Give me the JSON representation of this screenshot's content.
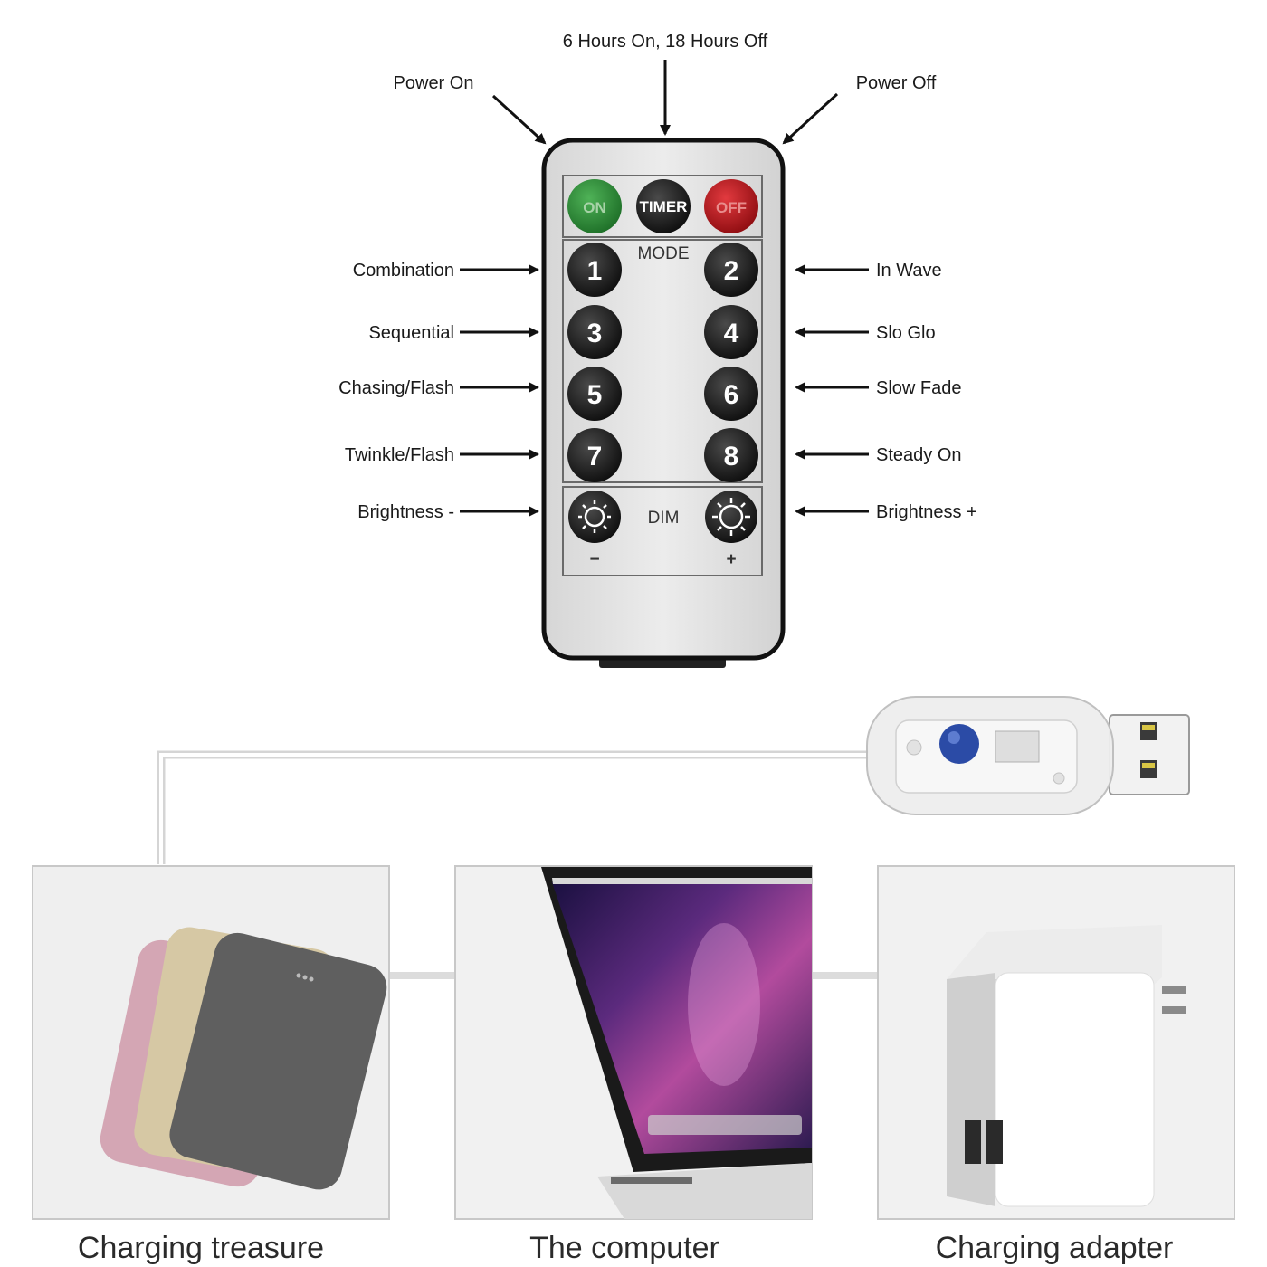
{
  "top_labels": {
    "timer": "6 Hours On, 18 Hours Off",
    "power_on": "Power On",
    "power_off": "Power Off"
  },
  "remote": {
    "on_label": "ON",
    "timer_label": "TIMER",
    "off_label": "OFF",
    "mode_label": "MODE",
    "dim_label": "DIM",
    "minus_label": "−",
    "plus_label": "+",
    "buttons": [
      "1",
      "2",
      "3",
      "4",
      "5",
      "6",
      "7",
      "8"
    ]
  },
  "left_labels": [
    "Combination",
    "Sequential",
    "Chasing/Flash",
    "Twinkle/Flash",
    "Brightness -"
  ],
  "right_labels": [
    "In Wave",
    "Slo Glo",
    "Slow Fade",
    "Steady On",
    "Brightness +"
  ],
  "devices": [
    {
      "caption": "Charging treasure",
      "icon": "power-bank-icon"
    },
    {
      "caption": "The computer",
      "icon": "laptop-icon"
    },
    {
      "caption": "Charging adapter",
      "icon": "wall-adapter-icon"
    }
  ],
  "colors": {
    "on_button": "#2e8b3a",
    "off_button": "#c0151b",
    "button_dark": "#1c1c1c",
    "remote_body": "#e8e8e8"
  }
}
